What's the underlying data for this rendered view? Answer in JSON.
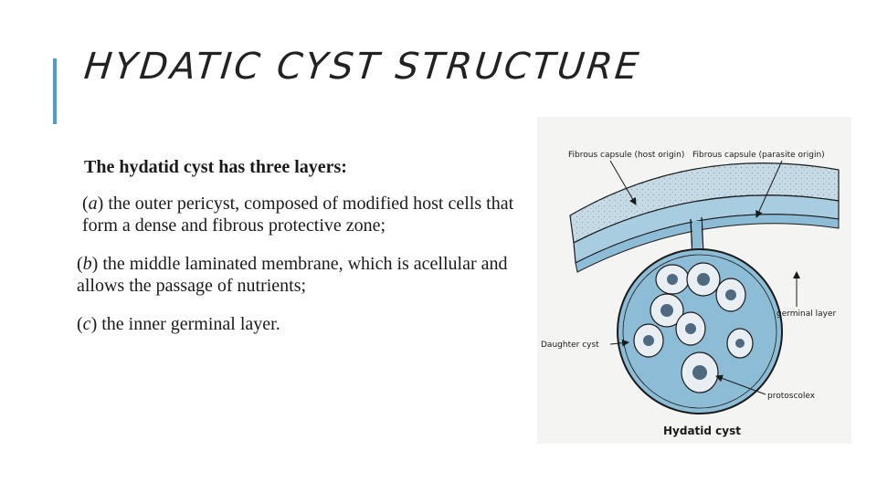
{
  "slide": {
    "title": "HYDATIC CYST STRUCTURE",
    "intro": "The hydatid cyst has three layers:",
    "layers": [
      {
        "letter": "a",
        "text": " the outer pericyst, composed of modified host cells that form a dense and fibrous protective zone;"
      },
      {
        "letter": "b",
        "text": " the middle laminated membrane, which is acellular and allows the passage of nutrients;"
      },
      {
        "letter": "c",
        "text": " the inner germinal layer."
      }
    ]
  },
  "figure": {
    "labels": {
      "fibrous_host": "Fibrous capsule (host origin)",
      "fibrous_parasite": "Fibrous capsule (parasite origin)",
      "germinal_layer": "germinal layer",
      "daughter_cyst": "Daughter cyst",
      "protoscolex": "protoscolex",
      "caption": "Hydatid cyst"
    },
    "colors": {
      "accent": "#4a9fd4",
      "cyst_fill": "#8dbdd6",
      "capsule_fill": "#c7dbe6",
      "ink": "#1a1a1a"
    }
  }
}
